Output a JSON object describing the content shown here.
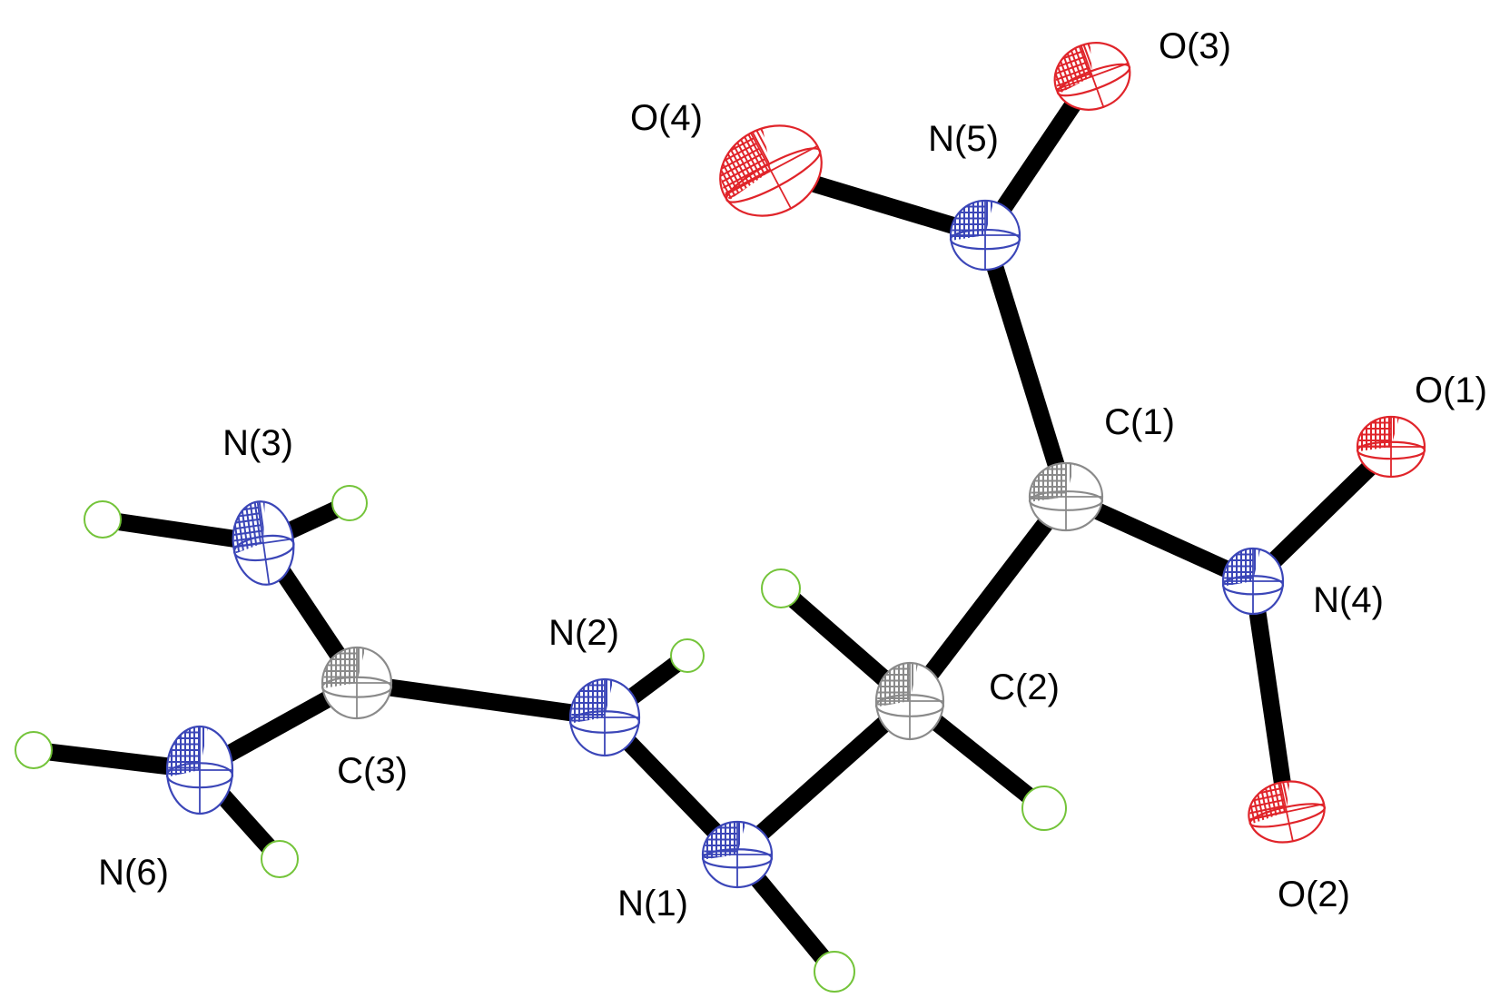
{
  "diagram": {
    "colors": {
      "N": "#3b46b8",
      "O": "#e0242a",
      "C": "#8a8a8a",
      "H": "#74c43a",
      "bond": "#000000"
    },
    "atoms": [
      {
        "id": "O3",
        "element": "O",
        "label": "O(3)"
      },
      {
        "id": "O4",
        "element": "O",
        "label": "O(4)"
      },
      {
        "id": "N5",
        "element": "N",
        "label": "N(5)"
      },
      {
        "id": "O1",
        "element": "O",
        "label": "O(1)"
      },
      {
        "id": "C1",
        "element": "C",
        "label": "C(1)"
      },
      {
        "id": "N3",
        "element": "N",
        "label": "N(3)"
      },
      {
        "id": "N4",
        "element": "N",
        "label": "N(4)"
      },
      {
        "id": "N2",
        "element": "N",
        "label": "N(2)"
      },
      {
        "id": "C2",
        "element": "C",
        "label": "C(2)"
      },
      {
        "id": "C3",
        "element": "C",
        "label": "C(3)"
      },
      {
        "id": "N6",
        "element": "N",
        "label": "N(6)"
      },
      {
        "id": "N1",
        "element": "N",
        "label": "N(1)"
      },
      {
        "id": "O2",
        "element": "O",
        "label": "O(2)"
      },
      {
        "id": "H3a",
        "element": "H",
        "label": ""
      },
      {
        "id": "H3b",
        "element": "H",
        "label": ""
      },
      {
        "id": "H2",
        "element": "H",
        "label": ""
      },
      {
        "id": "H2a",
        "element": "H",
        "label": ""
      },
      {
        "id": "H2b",
        "element": "H",
        "label": ""
      },
      {
        "id": "H6a",
        "element": "H",
        "label": ""
      },
      {
        "id": "H6b",
        "element": "H",
        "label": ""
      },
      {
        "id": "H1",
        "element": "H",
        "label": ""
      }
    ],
    "bonds": [
      [
        "N5",
        "O3"
      ],
      [
        "N5",
        "O4"
      ],
      [
        "C1",
        "N5"
      ],
      [
        "C1",
        "N4"
      ],
      [
        "N4",
        "O1"
      ],
      [
        "N4",
        "O2"
      ],
      [
        "C1",
        "C2"
      ],
      [
        "C2",
        "N1"
      ],
      [
        "N1",
        "N2"
      ],
      [
        "N2",
        "C3"
      ],
      [
        "C3",
        "N3"
      ],
      [
        "C3",
        "N6"
      ],
      [
        "N3",
        "H3a"
      ],
      [
        "N3",
        "H3b"
      ],
      [
        "N2",
        "H2"
      ],
      [
        "C2",
        "H2a"
      ],
      [
        "C2",
        "H2b"
      ],
      [
        "N6",
        "H6a"
      ],
      [
        "N6",
        "H6b"
      ],
      [
        "N1",
        "H1"
      ]
    ]
  }
}
